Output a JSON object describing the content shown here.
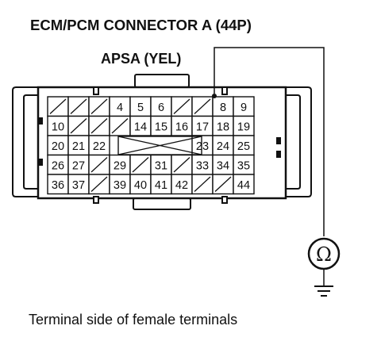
{
  "diagram": {
    "title": "ECM/PCM CONNECTOR A (44P)",
    "wire_label": "APSA (YEL)",
    "caption": "Terminal side of female terminals",
    "meter_symbol": "Ω",
    "probe_pin": "7",
    "meter_icon": "ohmmeter-icon",
    "ground_icon": "ground-icon",
    "rows": [
      [
        "",
        "",
        "",
        "4",
        "5",
        "6",
        "",
        "",
        "8",
        "9"
      ],
      [
        "10",
        "",
        "",
        "",
        "14",
        "15",
        "16",
        "17",
        "18",
        "19"
      ],
      [
        "20",
        "21",
        "22",
        "",
        "",
        "",
        "",
        "23",
        "24",
        "25"
      ],
      [
        "26",
        "27",
        "",
        "29",
        "",
        "31",
        "",
        "33",
        "34",
        "35"
      ],
      [
        "36",
        "37",
        "",
        "39",
        "40",
        "41",
        "42",
        "",
        "",
        "44"
      ]
    ]
  }
}
